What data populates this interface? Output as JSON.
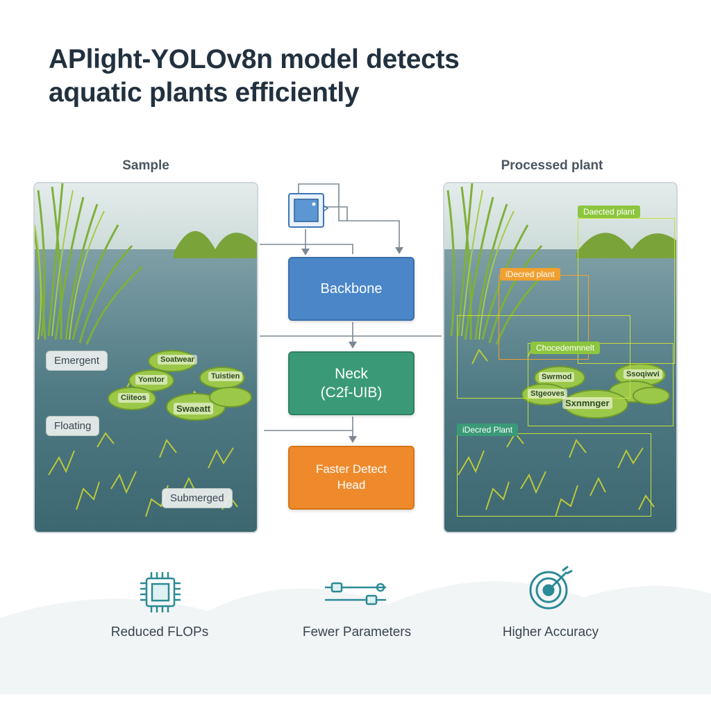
{
  "title_line1": "APlight-YOLOv8n model detects",
  "title_line2": "aquatic plants efficiently",
  "sample_panel": {
    "heading": "Sample",
    "tags": [
      "Emergent",
      "Floating",
      "Submerged"
    ],
    "pad_labels": [
      "Soatwear",
      "Tuistien",
      "Yomtor",
      "Ciiteos",
      "Swaeatt"
    ]
  },
  "processed_panel": {
    "heading": "Processed plant",
    "detections": [
      "Daected plant",
      "iDecred plant",
      "Chocedemnnelt",
      "iDecred Plant"
    ],
    "pad_labels": [
      "Sxnmnger",
      "Swrmod",
      "Ssoqiwvi",
      "Stgeoves"
    ]
  },
  "flow": {
    "backbone": "Backbone",
    "neck_line1": "Neck",
    "neck_line2": "(C2f-UIB)",
    "head_line1": "Faster Detect",
    "head_line2": "Head"
  },
  "features": [
    {
      "label": "Reduced FLOPs",
      "icon": "chip-icon"
    },
    {
      "label": "Fewer Parameters",
      "icon": "slider-icon"
    },
    {
      "label": "Higher Accuracy",
      "icon": "target-icon"
    }
  ],
  "colors": {
    "backbone": "#4a86c8",
    "neck": "#3a9a78",
    "head": "#ee8a2c",
    "accent_teal": "#2a8a95",
    "detect_green": "#8cc63e",
    "detect_orange": "#f0a030"
  }
}
